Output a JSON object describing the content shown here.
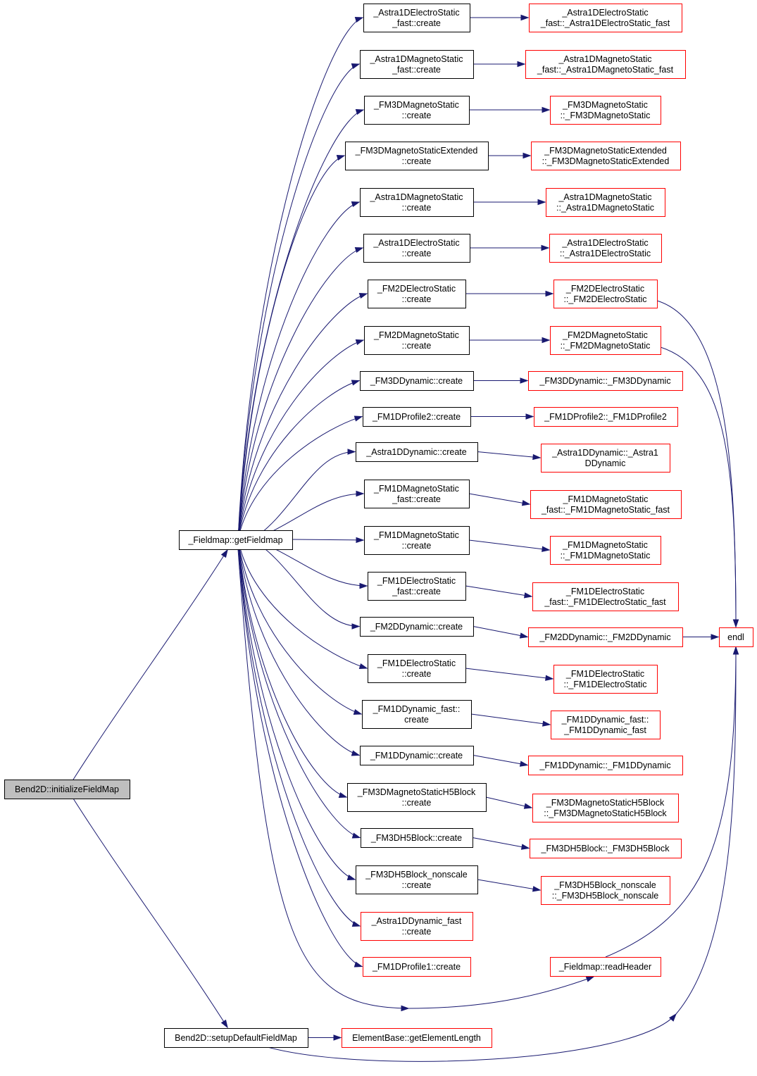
{
  "colors": {
    "edge": "#191970",
    "box_normal": "#000000",
    "box_external": "#ff0000",
    "root_fill": "#bfbfbf",
    "text": "#000000"
  },
  "nodes": [
    {
      "id": "root",
      "lines": [
        "Bend2D::initializeFieldMap"
      ],
      "style": "root"
    },
    {
      "id": "getFieldmap",
      "lines": [
        "_Fieldmap::getFieldmap"
      ],
      "style": "normal"
    },
    {
      "id": "setupDefault",
      "lines": [
        "Bend2D::setupDefaultFieldMap"
      ],
      "style": "normal"
    },
    {
      "id": "getElementLength",
      "lines": [
        "ElementBase::getElementLength"
      ],
      "style": "external"
    },
    {
      "id": "readHeader",
      "lines": [
        "_Fieldmap::readHeader"
      ],
      "style": "external"
    },
    {
      "id": "endl",
      "lines": [
        "endl"
      ],
      "style": "external"
    },
    {
      "id": "c1",
      "lines": [
        "_Astra1DElectroStatic",
        "_fast::create"
      ],
      "style": "normal"
    },
    {
      "id": "c2",
      "lines": [
        "_Astra1DMagnetoStatic",
        "_fast::create"
      ],
      "style": "normal"
    },
    {
      "id": "c3",
      "lines": [
        "_FM3DMagnetoStatic",
        "::create"
      ],
      "style": "normal"
    },
    {
      "id": "c4",
      "lines": [
        "_FM3DMagnetoStaticExtended",
        "::create"
      ],
      "style": "normal"
    },
    {
      "id": "c5",
      "lines": [
        "_Astra1DMagnetoStatic",
        "::create"
      ],
      "style": "normal"
    },
    {
      "id": "c6",
      "lines": [
        "_Astra1DElectroStatic",
        "::create"
      ],
      "style": "normal"
    },
    {
      "id": "c7",
      "lines": [
        "_FM2DElectroStatic",
        "::create"
      ],
      "style": "normal"
    },
    {
      "id": "c8",
      "lines": [
        "_FM2DMagnetoStatic",
        "::create"
      ],
      "style": "normal"
    },
    {
      "id": "c9",
      "lines": [
        "_FM3DDynamic::create"
      ],
      "style": "normal"
    },
    {
      "id": "c10",
      "lines": [
        "_FM1DProfile2::create"
      ],
      "style": "normal"
    },
    {
      "id": "c11",
      "lines": [
        "_Astra1DDynamic::create"
      ],
      "style": "normal"
    },
    {
      "id": "c12",
      "lines": [
        "_FM1DMagnetoStatic",
        "_fast::create"
      ],
      "style": "normal"
    },
    {
      "id": "c13",
      "lines": [
        "_FM1DMagnetoStatic",
        "::create"
      ],
      "style": "normal"
    },
    {
      "id": "c14",
      "lines": [
        "_FM1DElectroStatic",
        "_fast::create"
      ],
      "style": "normal"
    },
    {
      "id": "c15",
      "lines": [
        "_FM2DDynamic::create"
      ],
      "style": "normal"
    },
    {
      "id": "c16",
      "lines": [
        "_FM1DElectroStatic",
        "::create"
      ],
      "style": "normal"
    },
    {
      "id": "c17",
      "lines": [
        "_FM1DDynamic_fast::",
        "create"
      ],
      "style": "normal"
    },
    {
      "id": "c18",
      "lines": [
        "_FM1DDynamic::create"
      ],
      "style": "normal"
    },
    {
      "id": "c19",
      "lines": [
        "_FM3DMagnetoStaticH5Block",
        "::create"
      ],
      "style": "normal"
    },
    {
      "id": "c20",
      "lines": [
        "_FM3DH5Block::create"
      ],
      "style": "normal"
    },
    {
      "id": "c21",
      "lines": [
        "_FM3DH5Block_nonscale",
        "::create"
      ],
      "style": "normal"
    },
    {
      "id": "c22",
      "lines": [
        "_Astra1DDynamic_fast",
        "::create"
      ],
      "style": "external"
    },
    {
      "id": "c23",
      "lines": [
        "_FM1DProfile1::create"
      ],
      "style": "external"
    },
    {
      "id": "k1",
      "lines": [
        "_Astra1DElectroStatic",
        "_fast::_Astra1DElectroStatic_fast"
      ],
      "style": "external"
    },
    {
      "id": "k2",
      "lines": [
        "_Astra1DMagnetoStatic",
        "_fast::_Astra1DMagnetoStatic_fast"
      ],
      "style": "external"
    },
    {
      "id": "k3",
      "lines": [
        "_FM3DMagnetoStatic",
        "::_FM3DMagnetoStatic"
      ],
      "style": "external"
    },
    {
      "id": "k4",
      "lines": [
        "_FM3DMagnetoStaticExtended",
        "::_FM3DMagnetoStaticExtended"
      ],
      "style": "external"
    },
    {
      "id": "k5",
      "lines": [
        "_Astra1DMagnetoStatic",
        "::_Astra1DMagnetoStatic"
      ],
      "style": "external"
    },
    {
      "id": "k6",
      "lines": [
        "_Astra1DElectroStatic",
        "::_Astra1DElectroStatic"
      ],
      "style": "external"
    },
    {
      "id": "k7",
      "lines": [
        "_FM2DElectroStatic",
        "::_FM2DElectroStatic"
      ],
      "style": "external"
    },
    {
      "id": "k8",
      "lines": [
        "_FM2DMagnetoStatic",
        "::_FM2DMagnetoStatic"
      ],
      "style": "external"
    },
    {
      "id": "k9",
      "lines": [
        "_FM3DDynamic::_FM3DDynamic"
      ],
      "style": "external"
    },
    {
      "id": "k10",
      "lines": [
        "_FM1DProfile2::_FM1DProfile2"
      ],
      "style": "external"
    },
    {
      "id": "k11",
      "lines": [
        "_Astra1DDynamic::_Astra1",
        "DDynamic"
      ],
      "style": "external"
    },
    {
      "id": "k12",
      "lines": [
        "_FM1DMagnetoStatic",
        "_fast::_FM1DMagnetoStatic_fast"
      ],
      "style": "external"
    },
    {
      "id": "k13",
      "lines": [
        "_FM1DMagnetoStatic",
        "::_FM1DMagnetoStatic"
      ],
      "style": "external"
    },
    {
      "id": "k14",
      "lines": [
        "_FM1DElectroStatic",
        "_fast::_FM1DElectroStatic_fast"
      ],
      "style": "external"
    },
    {
      "id": "k15",
      "lines": [
        "_FM2DDynamic::_FM2DDynamic"
      ],
      "style": "external"
    },
    {
      "id": "k16",
      "lines": [
        "_FM1DElectroStatic",
        "::_FM1DElectroStatic"
      ],
      "style": "external"
    },
    {
      "id": "k17",
      "lines": [
        "_FM1DDynamic_fast::",
        "_FM1DDynamic_fast"
      ],
      "style": "external"
    },
    {
      "id": "k18",
      "lines": [
        "_FM1DDynamic::_FM1DDynamic"
      ],
      "style": "external"
    },
    {
      "id": "k19",
      "lines": [
        "_FM3DMagnetoStaticH5Block",
        "::_FM3DMagnetoStaticH5Block"
      ],
      "style": "external"
    },
    {
      "id": "k20",
      "lines": [
        "_FM3DH5Block::_FM3DH5Block"
      ],
      "style": "external"
    },
    {
      "id": "k21",
      "lines": [
        "_FM3DH5Block_nonscale",
        "::_FM3DH5Block_nonscale"
      ],
      "style": "external"
    }
  ],
  "edges": [
    {
      "from": "root",
      "to": "getFieldmap"
    },
    {
      "from": "root",
      "to": "setupDefault"
    },
    {
      "from": "setupDefault",
      "to": "getElementLength"
    },
    {
      "from": "setupDefault",
      "to": "endl"
    },
    {
      "from": "getFieldmap",
      "to": "c1"
    },
    {
      "from": "getFieldmap",
      "to": "c2"
    },
    {
      "from": "getFieldmap",
      "to": "c3"
    },
    {
      "from": "getFieldmap",
      "to": "c4"
    },
    {
      "from": "getFieldmap",
      "to": "c5"
    },
    {
      "from": "getFieldmap",
      "to": "c6"
    },
    {
      "from": "getFieldmap",
      "to": "c7"
    },
    {
      "from": "getFieldmap",
      "to": "c8"
    },
    {
      "from": "getFieldmap",
      "to": "c9"
    },
    {
      "from": "getFieldmap",
      "to": "c10"
    },
    {
      "from": "getFieldmap",
      "to": "c11"
    },
    {
      "from": "getFieldmap",
      "to": "c12"
    },
    {
      "from": "getFieldmap",
      "to": "c13"
    },
    {
      "from": "getFieldmap",
      "to": "c14"
    },
    {
      "from": "getFieldmap",
      "to": "c15"
    },
    {
      "from": "getFieldmap",
      "to": "c16"
    },
    {
      "from": "getFieldmap",
      "to": "c17"
    },
    {
      "from": "getFieldmap",
      "to": "c18"
    },
    {
      "from": "getFieldmap",
      "to": "c19"
    },
    {
      "from": "getFieldmap",
      "to": "c20"
    },
    {
      "from": "getFieldmap",
      "to": "c21"
    },
    {
      "from": "getFieldmap",
      "to": "c22"
    },
    {
      "from": "getFieldmap",
      "to": "c23"
    },
    {
      "from": "getFieldmap",
      "to": "readHeader"
    },
    {
      "from": "c1",
      "to": "k1"
    },
    {
      "from": "c2",
      "to": "k2"
    },
    {
      "from": "c3",
      "to": "k3"
    },
    {
      "from": "c4",
      "to": "k4"
    },
    {
      "from": "c5",
      "to": "k5"
    },
    {
      "from": "c6",
      "to": "k6"
    },
    {
      "from": "c7",
      "to": "k7"
    },
    {
      "from": "c8",
      "to": "k8"
    },
    {
      "from": "c9",
      "to": "k9"
    },
    {
      "from": "c10",
      "to": "k10"
    },
    {
      "from": "c11",
      "to": "k11"
    },
    {
      "from": "c12",
      "to": "k12"
    },
    {
      "from": "c13",
      "to": "k13"
    },
    {
      "from": "c14",
      "to": "k14"
    },
    {
      "from": "c15",
      "to": "k15"
    },
    {
      "from": "c16",
      "to": "k16"
    },
    {
      "from": "c17",
      "to": "k17"
    },
    {
      "from": "c18",
      "to": "k18"
    },
    {
      "from": "c19",
      "to": "k19"
    },
    {
      "from": "c20",
      "to": "k20"
    },
    {
      "from": "c21",
      "to": "k21"
    },
    {
      "from": "k7",
      "to": "endl"
    },
    {
      "from": "k8",
      "to": "endl"
    },
    {
      "from": "k15",
      "to": "endl"
    },
    {
      "from": "readHeader",
      "to": "endl"
    }
  ]
}
